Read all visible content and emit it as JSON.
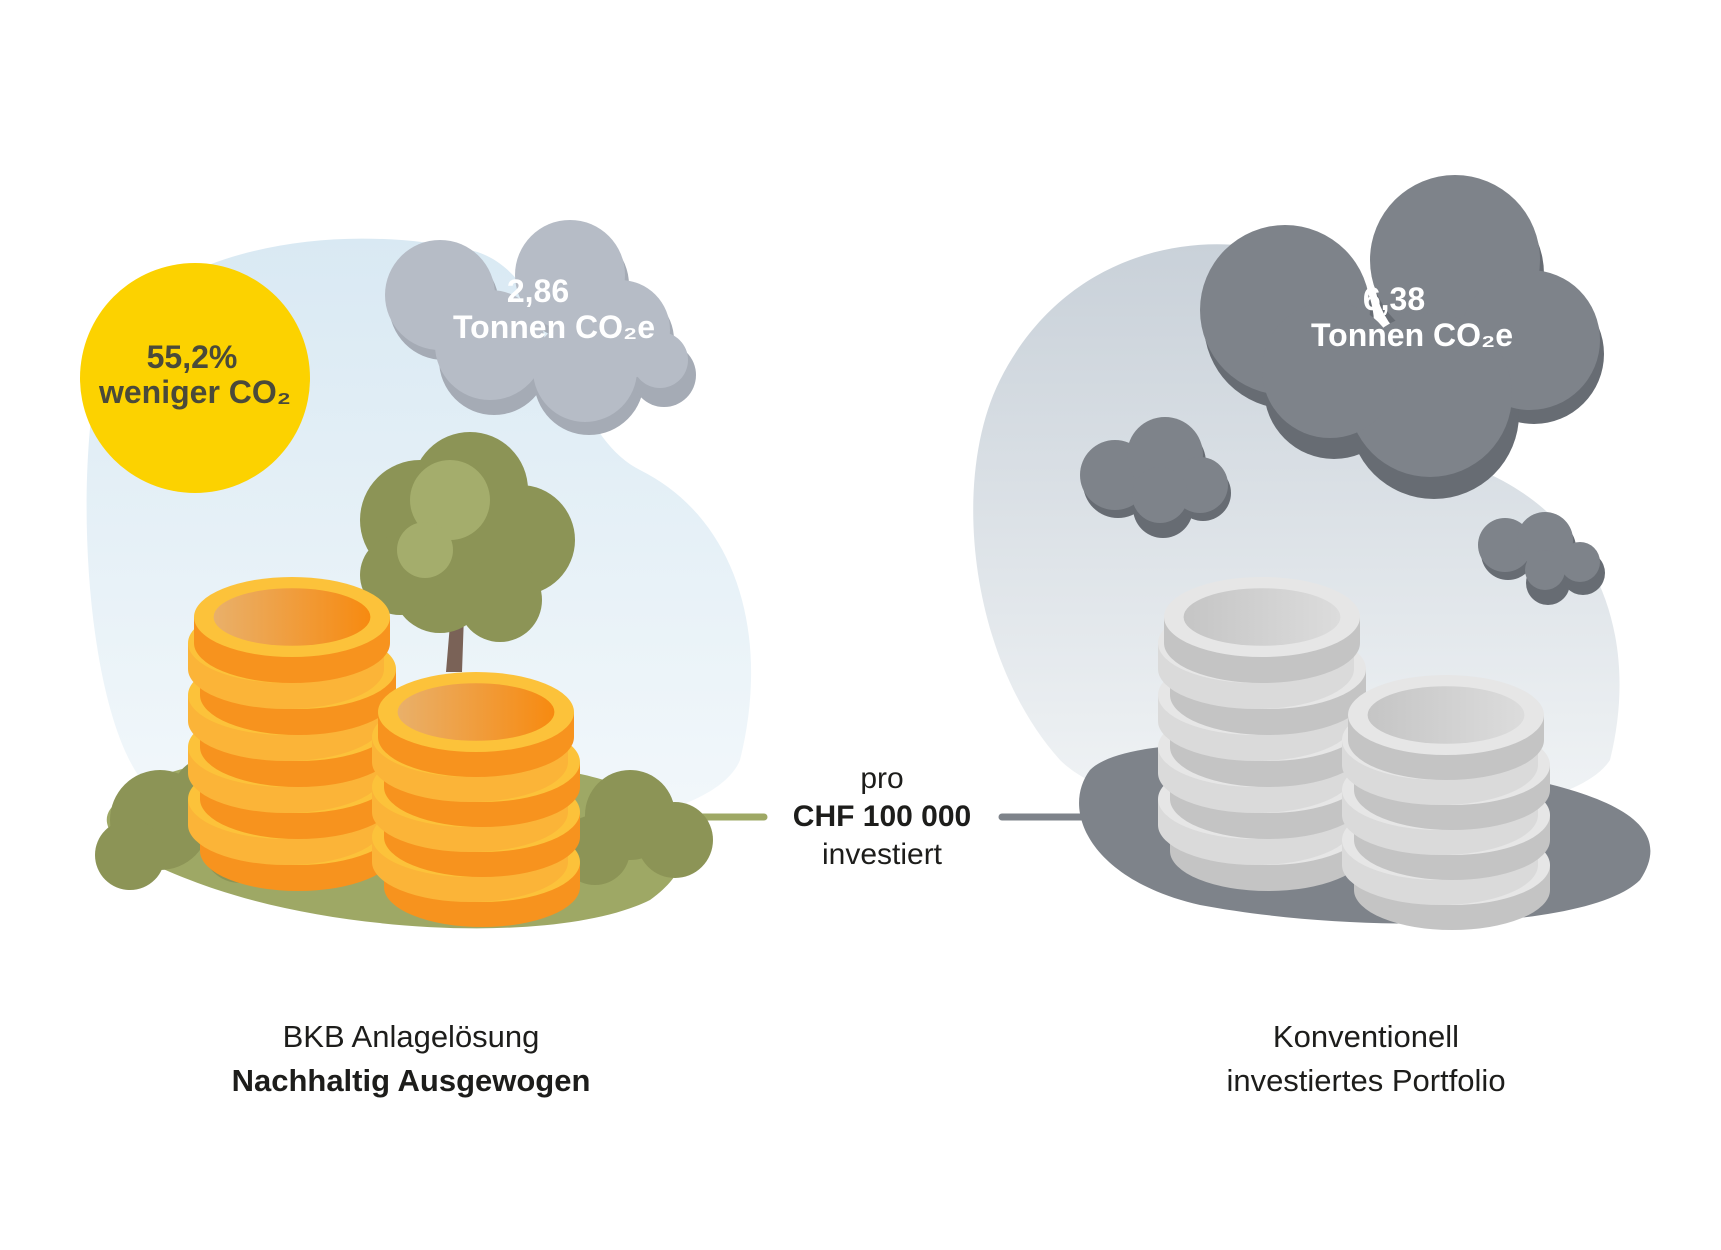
{
  "sustainable": {
    "badge_value": "55,2%",
    "badge_text": "weniger CO₂",
    "cloud_value": "2,86",
    "cloud_unit": "Tonnen CO₂e",
    "label_line1": "BKB Anlagelösung",
    "label_line2": "Nachhaltig Ausgewogen"
  },
  "conventional": {
    "cloud_value": "6,38",
    "cloud_unit": "Tonnen CO₂e",
    "label_line1": "Konventionell",
    "label_line2": "investiertes Portfolio"
  },
  "center": {
    "line1": "pro",
    "line2": "CHF 100 000",
    "line3": "investiert"
  },
  "colors": {
    "badge": "#fcd200",
    "light_cloud": "#b6bcc6",
    "dark_cloud": "#7e838a",
    "grass": "#9ea865",
    "gold": "#f7a21b",
    "silver": "#d3d3d3"
  }
}
